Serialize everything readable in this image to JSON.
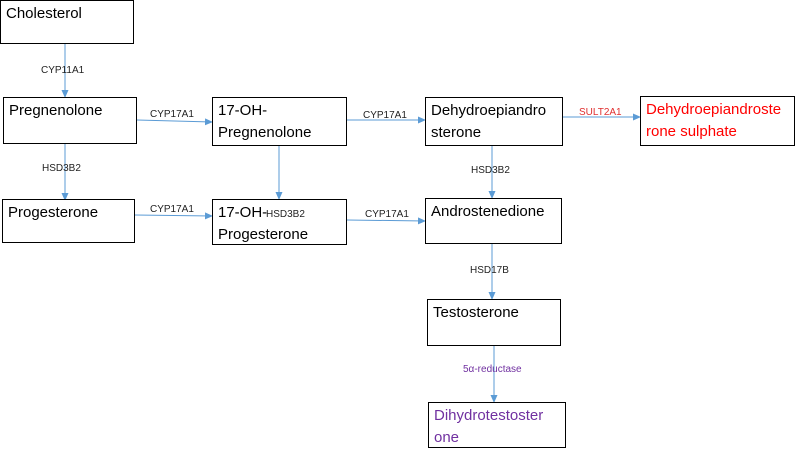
{
  "colors": {
    "arrow": "#5b9bd5",
    "border": "#000000",
    "text": "#000000",
    "red": "#ff0000",
    "purple": "#7030a0"
  },
  "nodes": {
    "cholesterol": "Cholesterol",
    "pregnenolone": "Pregnenolone",
    "oh_pregnenolone": "17-OH-\nPregnenolone",
    "dhea": "Dehydroepiandro\nsterone",
    "dheas": "Dehydroepiandroste\nrone sulphate",
    "progesterone": "Progesterone",
    "oh_progesterone": "17-OH-\nProgesterone",
    "androstenedione": "Androstenedione",
    "testosterone": "Testosterone",
    "dht": "Dihydrotestoster\none"
  },
  "enzymes": {
    "chol_preg": "CYP11A1",
    "preg_ohpreg": "CYP17A1",
    "ohpreg_dhea": "CYP17A1",
    "dhea_dheas": "SULT2A1",
    "preg_prog": "HSD3B2",
    "ohpreg_ohprog": "HSD3B2",
    "dhea_andro": "HSD3B2",
    "prog_ohprog": "CYP17A1",
    "ohprog_andro": "CYP17A1",
    "andro_testo": "HSD17B",
    "testo_dht": "5α-reductase"
  }
}
